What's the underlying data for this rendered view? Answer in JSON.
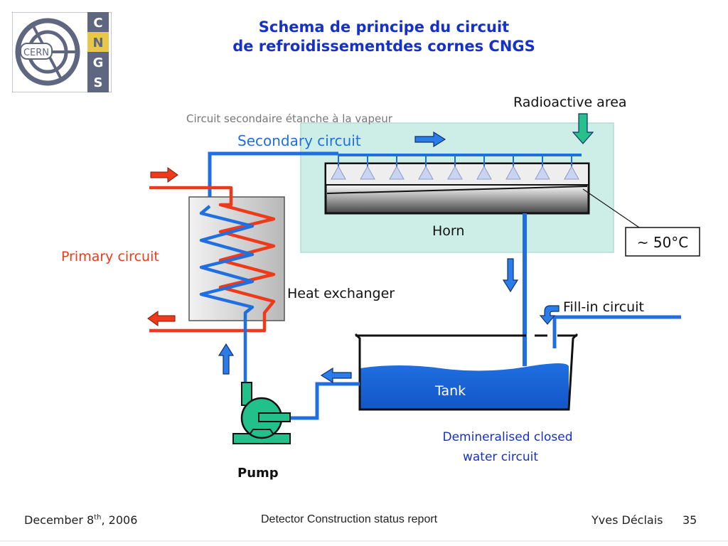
{
  "logo": {
    "cern": "CERN",
    "letters": [
      "C",
      "N",
      "G",
      "S"
    ]
  },
  "title": {
    "line1": "Schema de principe du circuit",
    "line2": "de refroidissementdes cornes CNGS"
  },
  "labels": {
    "radioactive_area": "Radioactive area",
    "circuit_secondaire": "Circuit secondaire étanche à la vapeur",
    "secondary_circuit": "Secondary circuit",
    "horn": "Horn",
    "temperature": "~ 50°C",
    "primary_circuit": "Primary circuit",
    "heat_exchanger": "Heat exchanger",
    "fill_in_circuit": "Fill-in circuit",
    "tank": "Tank",
    "demineralised_line1": "Demineralised closed",
    "demineralised_line2": "water circuit",
    "pump": "Pump"
  },
  "footer": {
    "date_prefix": "December 8",
    "date_sup": "th",
    "date_suffix": ", 2006",
    "center": "Detector Construction status report",
    "author": "Yves Déclais",
    "page": "35"
  },
  "colors": {
    "blue_pipe": "#1f6fe0",
    "red_pipe": "#ee3a1a",
    "area_fill": "#cdeee6",
    "pump_green": "#22c08a",
    "title_blue": "#1531c8"
  }
}
